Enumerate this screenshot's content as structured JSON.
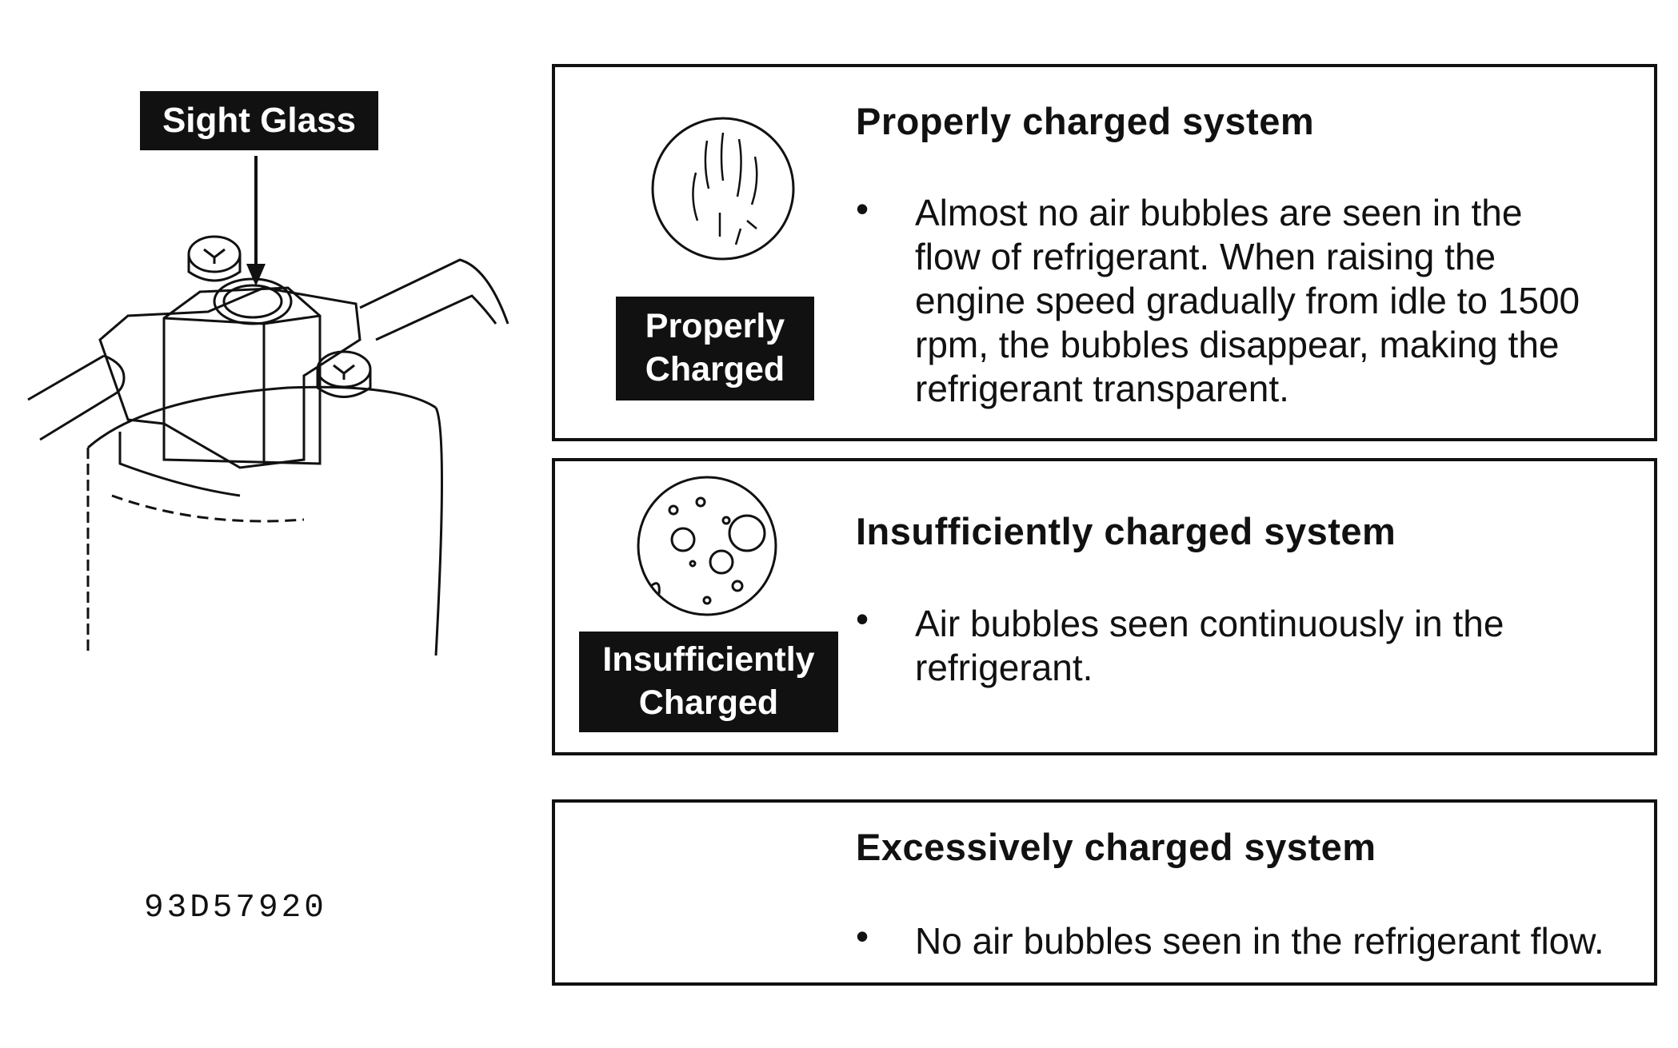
{
  "sight_glass_label": "Sight Glass",
  "figure_code": "93D57920",
  "panels": [
    {
      "title": "Properly charged system",
      "badge_lines": [
        "Properly",
        "Charged"
      ],
      "bullet": "•",
      "text_lines": [
        "Almost no air bubbles are seen in the",
        "flow of refrigerant.  When raising the",
        "engine speed gradually from idle to 1500",
        "rpm, the bubbles disappear, making the",
        "refrigerant transparent."
      ]
    },
    {
      "title": "Insufficiently charged system",
      "badge_lines": [
        "Insufficiently",
        "Charged"
      ],
      "bullet": "•",
      "text_lines": [
        "Air bubbles seen continuously in the",
        "refrigerant."
      ]
    },
    {
      "title": "Excessively charged system",
      "bullet": "•",
      "text_lines": [
        "No air bubbles seen in the refrigerant flow."
      ]
    }
  ]
}
